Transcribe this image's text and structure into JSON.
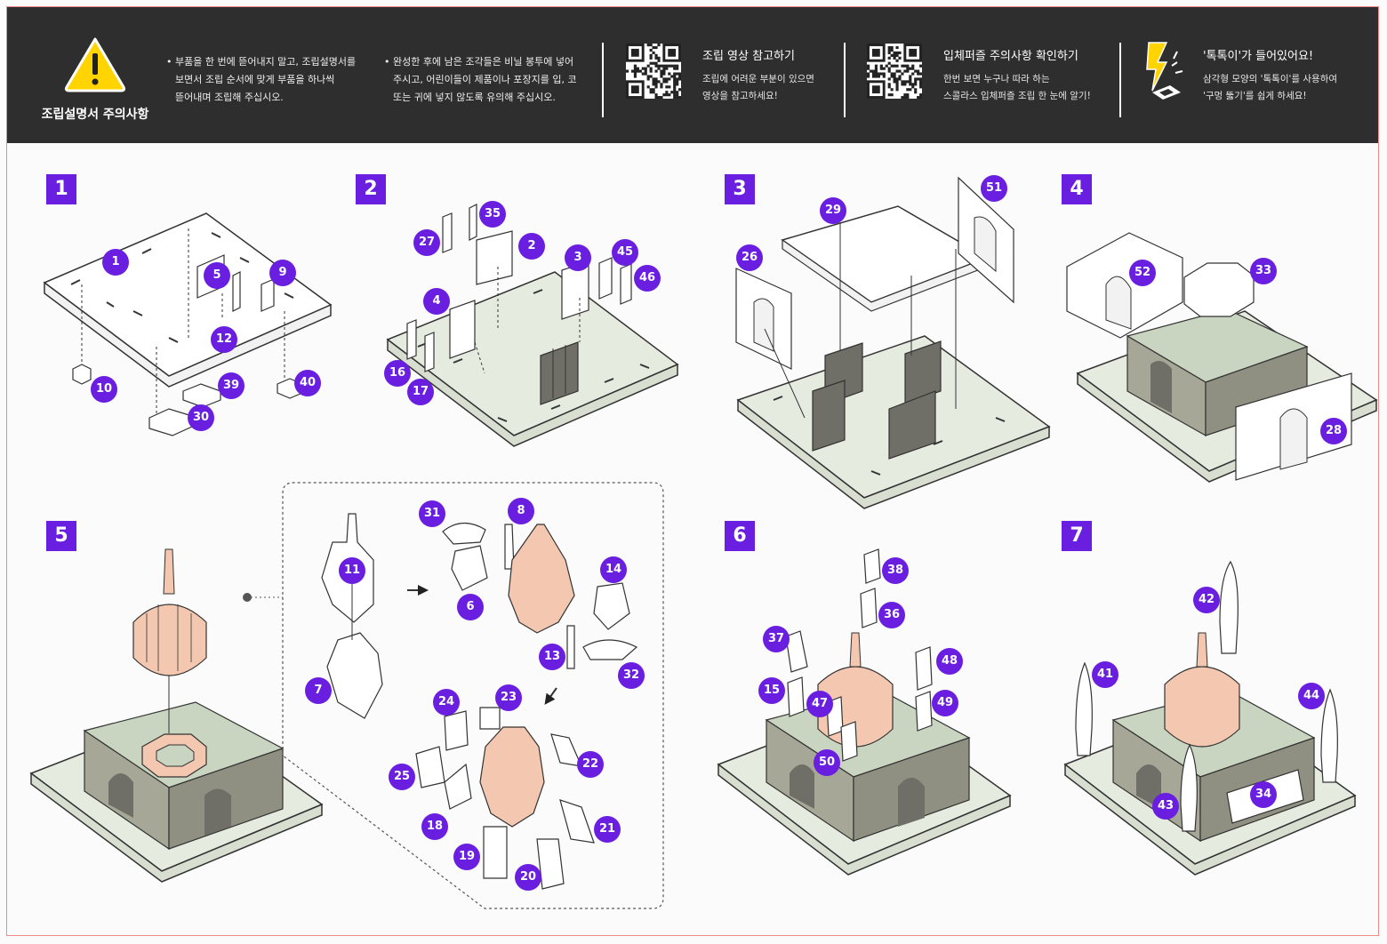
{
  "header": {
    "warning_title": "조립설명서 주의사항",
    "warning_icon": "warning-triangle-icon",
    "bullet1": [
      "부품을 한 번에 뜯어내지 말고, 조립설명서를",
      "보면서 조립 순서에 맞게 부품을 하나씩",
      "뜯어내며 조립해 주십시오."
    ],
    "bullet2": [
      "완성한 후에 남은 조각들은 비닐 봉투에 넣어",
      "주시고, 어린이들이 제품이나 포장지를 입, 코",
      "또는 귀에 넣지 않도록 유의해 주십시오."
    ],
    "qr1": {
      "title": "조립 영상 참고하기",
      "desc": [
        "조립에 어려운 부분이 있으면",
        "영상을 참고하세요!"
      ]
    },
    "qr2": {
      "title": "입체퍼즐 주의사항 확인하기",
      "desc": [
        "한번 보면 누구나 따라 하는",
        "스콜라스 입체퍼즐 조립 한 눈에 알기!"
      ]
    },
    "tool": {
      "title": "'톡톡이'가 들어있어요!",
      "desc": [
        "삼각형 모양의 '톡톡이'를 사용하여",
        "'구멍 뚫기'를 쉽게 하세요!"
      ]
    }
  },
  "colors": {
    "header_bg": "#2e2e2e",
    "accent_purple": "#6a1fe0",
    "warning_yellow": "#ffd400",
    "base_green": "#e6ebe0",
    "wall_gray": "#a7a797",
    "dark_wall": "#6f6f68",
    "dome_peach": "#f3c7b0"
  },
  "steps": [
    {
      "number": "1",
      "parts": [
        "1",
        "5",
        "9",
        "12",
        "10",
        "39",
        "40",
        "30"
      ]
    },
    {
      "number": "2",
      "parts": [
        "35",
        "27",
        "2",
        "3",
        "45",
        "46",
        "4",
        "16",
        "17"
      ]
    },
    {
      "number": "3",
      "parts": [
        "29",
        "51",
        "26"
      ]
    },
    {
      "number": "4",
      "parts": [
        "52",
        "33",
        "28"
      ]
    },
    {
      "number": "5",
      "parts": [
        "11",
        "7",
        "31",
        "8",
        "6",
        "14",
        "13",
        "32",
        "24",
        "23",
        "22",
        "25",
        "18",
        "19",
        "20",
        "21"
      ]
    },
    {
      "number": "6",
      "parts": [
        "38",
        "36",
        "37",
        "48",
        "15",
        "47",
        "49",
        "50"
      ]
    },
    {
      "number": "7",
      "parts": [
        "42",
        "41",
        "44",
        "43",
        "34"
      ]
    }
  ]
}
